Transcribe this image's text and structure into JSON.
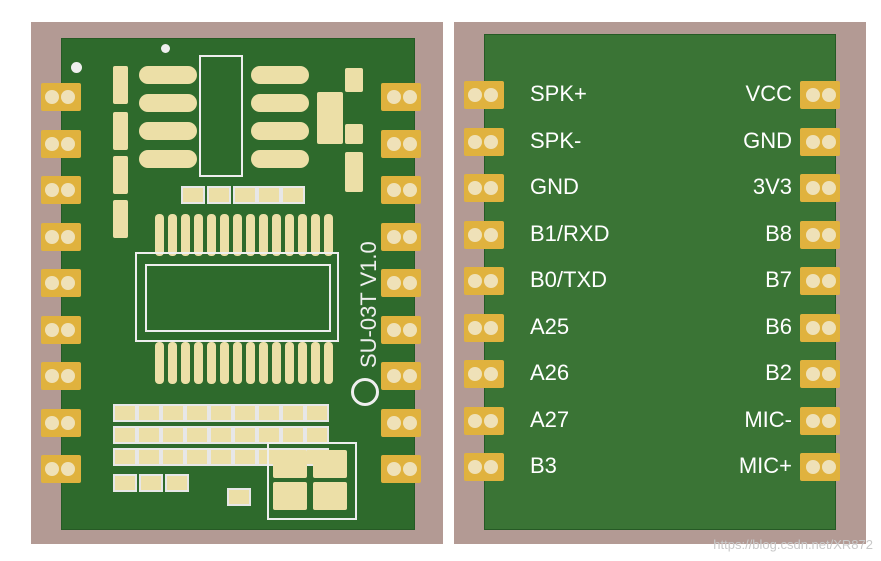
{
  "board_left": {
    "silkscreen_text": "SU-03T V1.0"
  },
  "board_right": {
    "left_pins": [
      "SPK+",
      "SPK-",
      "GND",
      "B1/RXD",
      "B0/TXD",
      "A25",
      "A26",
      "A27",
      "B3"
    ],
    "right_pins": [
      "VCC",
      "GND",
      "3V3",
      "B8",
      "B7",
      "B6",
      "B2",
      "MIC-",
      "MIC+"
    ]
  },
  "watermark": "https://blog.csdn.net/XR872"
}
